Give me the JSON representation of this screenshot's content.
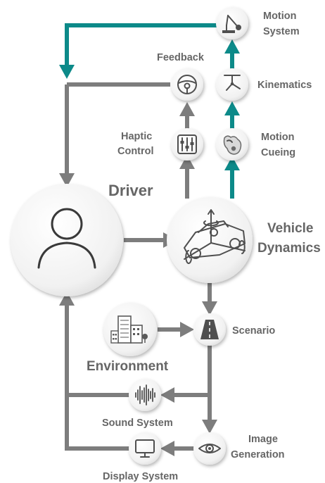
{
  "labels": {
    "driver": "Driver",
    "vehicle_l1": "Vehicle",
    "vehicle_l2": "Dynamics",
    "environment": "Environment",
    "scenario": "Scenario",
    "feedback": "Feedback",
    "haptic_l1": "Haptic",
    "haptic_l2": "Control",
    "motion_system_l1": "Motion",
    "motion_system_l2": "System",
    "kinematics": "Kinematics",
    "motion_cueing_l1": "Motion",
    "motion_cueing_l2": "Cueing",
    "sound_system": "Sound System",
    "display_system": "Display System",
    "image_generation_l1": "Image",
    "image_generation_l2": "Generation"
  },
  "colors": {
    "gray_arrow": "#7d7d7d",
    "teal_arrow": "#0c8a89",
    "label_text": "#666666",
    "node_fill": "#f2f2f2"
  },
  "icons": [
    "person-icon",
    "vehicle-axes-icon",
    "steering-wheel-icon",
    "haptic-sliders-icon",
    "robot-arm-icon",
    "kinematics-icon",
    "motion-cueing-icon",
    "city-buildings-icon",
    "road-icon",
    "sound-wave-icon",
    "monitor-icon",
    "eye-icon"
  ]
}
